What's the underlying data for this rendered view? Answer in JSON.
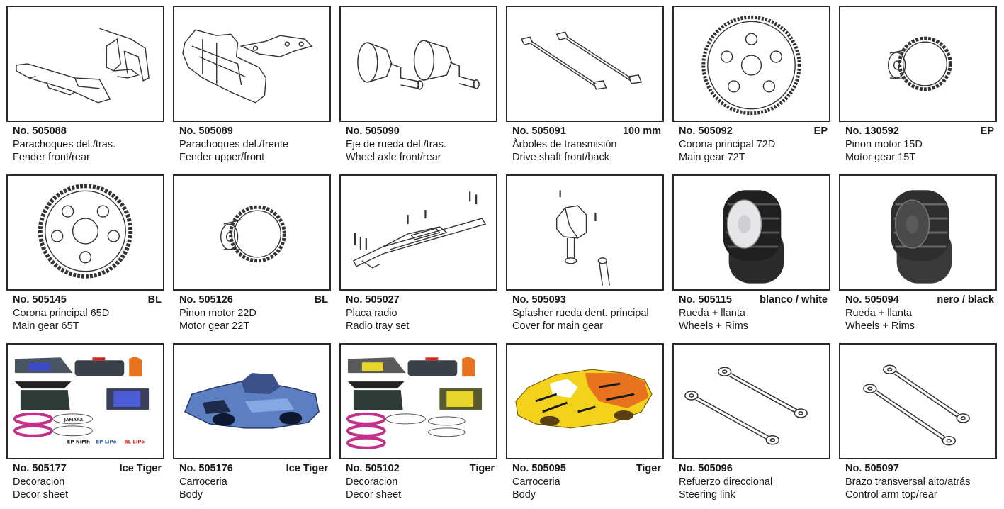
{
  "items": [
    {
      "no": "No. 505088",
      "tag": "",
      "es": "Parachoques del./tras.",
      "en": "Fender front/rear",
      "icon": "fender-front-rear-icon"
    },
    {
      "no": "No. 505089",
      "tag": "",
      "es": "Parachoques del./frente",
      "en": "Fender upper/front",
      "icon": "fender-upper-front-icon"
    },
    {
      "no": "No. 505090",
      "tag": "",
      "es": "Eje de rueda del./tras.",
      "en": "Wheel axle front/rear",
      "icon": "wheel-axle-icon"
    },
    {
      "no": "No. 505091",
      "tag": "100 mm",
      "es": "Àrboles de transmisión",
      "en": "Drive shaft front/back",
      "icon": "drive-shaft-icon"
    },
    {
      "no": "No. 505092",
      "tag": "EP",
      "es": "Corona principal 72D",
      "en": "Main gear 72T",
      "icon": "main-gear-72-icon"
    },
    {
      "no": "No. 130592",
      "tag": "EP",
      "es": "Pinon motor 15D",
      "en": "Motor gear 15T",
      "icon": "motor-gear-15-icon"
    },
    {
      "no": "No. 505145",
      "tag": "BL",
      "es": "Corona principal 65D",
      "en": "Main gear 65T",
      "icon": "main-gear-65-icon"
    },
    {
      "no": "No. 505126",
      "tag": "BL",
      "es": "Pinon motor 22D",
      "en": "Motor gear 22T",
      "icon": "motor-gear-22-icon"
    },
    {
      "no": "No. 505027",
      "tag": "",
      "es": "Placa radio",
      "en": "Radio tray set",
      "icon": "radio-tray-icon"
    },
    {
      "no": "No. 505093",
      "tag": "",
      "es": "Splasher rueda dent. principal",
      "en": "Cover for main gear",
      "icon": "gear-cover-icon"
    },
    {
      "no": "No. 505115",
      "tag": "blanco / white",
      "es": "Rueda + llanta",
      "en": "Wheels + Rims",
      "icon": "wheels-white-rims-icon"
    },
    {
      "no": "No. 505094",
      "tag": "nero / black",
      "es": "Rueda + llanta",
      "en": "Wheels + Rims",
      "icon": "wheels-black-rims-icon"
    },
    {
      "no": "No. 505177",
      "tag": "Ice Tiger",
      "es": "Decoracion",
      "en": "Decor sheet",
      "icon": "decor-sheet-ice-tiger-icon"
    },
    {
      "no": "No. 505176",
      "tag": "Ice Tiger",
      "es": "Carroceria",
      "en": "Body",
      "icon": "body-ice-tiger-icon"
    },
    {
      "no": "No. 505102",
      "tag": "Tiger",
      "es": "Decoracion",
      "en": "Decor sheet",
      "icon": "decor-sheet-tiger-icon"
    },
    {
      "no": "No. 505095",
      "tag": "Tiger",
      "es": "Carroceria",
      "en": "Body",
      "icon": "body-tiger-icon"
    },
    {
      "no": "No. 505096",
      "tag": "",
      "es": "Refuerzo direccional",
      "en": "Steering link",
      "icon": "steering-link-icon"
    },
    {
      "no": "No. 505097",
      "tag": "",
      "es": "Brazo transversal alto/atrás",
      "en": "Control arm top/rear",
      "icon": "control-arm-icon"
    }
  ],
  "decals": {
    "ep_nimh": "EP NiMh",
    "ep_lipo": "EP LiPo",
    "bl_lipo": "BL LiPo",
    "brand": "JAMARA"
  },
  "colors": {
    "border": "#2a2a2a",
    "body_blue": "#5b7fc2",
    "tiger_orange": "#e8731e",
    "tiger_yellow": "#f2d21b",
    "decal_pink": "#c2308a",
    "decal_blue": "#2d62b5",
    "decal_red": "#d9261c"
  }
}
